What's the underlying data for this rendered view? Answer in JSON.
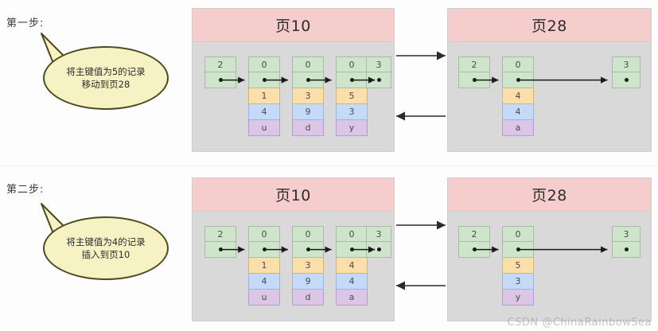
{
  "diagram": {
    "title_watermark": "CSDN @ChinaRainbowSea",
    "colors": {
      "page_header": "#f5cdcd",
      "page_body": "#d9d9d9",
      "record_green": "#cfe5cb",
      "record_orange": "#fadfaa",
      "record_blue": "#c5daf8",
      "record_purple": "#dcc6e8",
      "bubble_fill": "#f7f2c4",
      "bubble_border": "#4d4a1f",
      "arrow": "#2b2b2b"
    }
  },
  "steps": [
    {
      "label": "第一步:",
      "bubble": "将主键值为5的记录\n移动到页28",
      "pages": [
        {
          "name": "页10",
          "records": [
            {
              "kind": "infimum",
              "cells": [
                "2"
              ]
            },
            {
              "kind": "record",
              "cells": [
                "0",
                "1",
                "4",
                "u"
              ]
            },
            {
              "kind": "record",
              "cells": [
                "0",
                "3",
                "9",
                "d"
              ]
            },
            {
              "kind": "record",
              "cells": [
                "0",
                "5",
                "3",
                "y"
              ]
            },
            {
              "kind": "supremum",
              "cells": [
                "3"
              ]
            }
          ]
        },
        {
          "name": "页28",
          "records": [
            {
              "kind": "infimum",
              "cells": [
                "2"
              ]
            },
            {
              "kind": "record",
              "cells": [
                "0",
                "4",
                "4",
                "a"
              ]
            },
            {
              "kind": "supremum",
              "cells": [
                "3"
              ]
            }
          ]
        }
      ],
      "page_links": [
        {
          "direction": "right",
          "label": ""
        },
        {
          "direction": "left",
          "label": ""
        }
      ]
    },
    {
      "label": "第二步:",
      "bubble": "将主键值为4的记录\n插入到页10",
      "pages": [
        {
          "name": "页10",
          "records": [
            {
              "kind": "infimum",
              "cells": [
                "2"
              ]
            },
            {
              "kind": "record",
              "cells": [
                "0",
                "1",
                "4",
                "u"
              ]
            },
            {
              "kind": "record",
              "cells": [
                "0",
                "3",
                "9",
                "d"
              ]
            },
            {
              "kind": "record",
              "cells": [
                "0",
                "4",
                "4",
                "a"
              ]
            },
            {
              "kind": "supremum",
              "cells": [
                "3"
              ]
            }
          ]
        },
        {
          "name": "页28",
          "records": [
            {
              "kind": "infimum",
              "cells": [
                "2"
              ]
            },
            {
              "kind": "record",
              "cells": [
                "0",
                "5",
                "3",
                "y"
              ]
            },
            {
              "kind": "supremum",
              "cells": [
                "3"
              ]
            }
          ]
        }
      ],
      "page_links": [
        {
          "direction": "right",
          "label": ""
        },
        {
          "direction": "left",
          "label": ""
        }
      ]
    }
  ]
}
